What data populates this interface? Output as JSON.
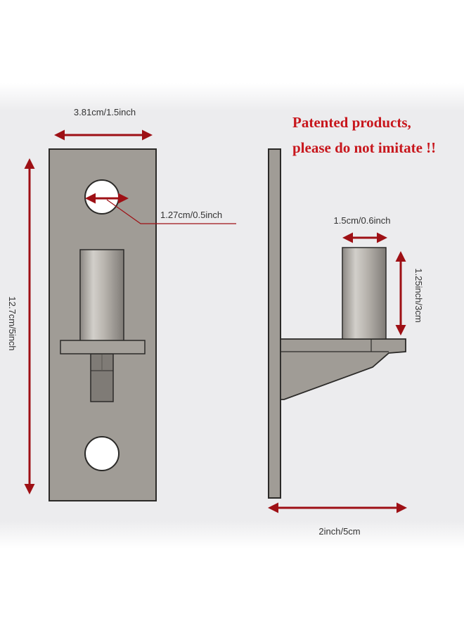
{
  "dimensions": {
    "plate_width": "3.81cm/1.5inch",
    "hole_diameter": "1.27cm/0.5inch",
    "plate_height": "12.7cm/5inch",
    "pin_diameter": "1.5cm/0.6inch",
    "pin_height": "1.25inch/3cm",
    "bracket_depth": "2inch/5cm"
  },
  "notice": {
    "line1": "Patented products,",
    "line2": "please do not imitate !!"
  },
  "colors": {
    "background_band": "#e9e8ea",
    "metal": "#a09c96",
    "outline": "#2b2a28",
    "arrow": "#9e1015",
    "notice_text": "#c8171d"
  }
}
